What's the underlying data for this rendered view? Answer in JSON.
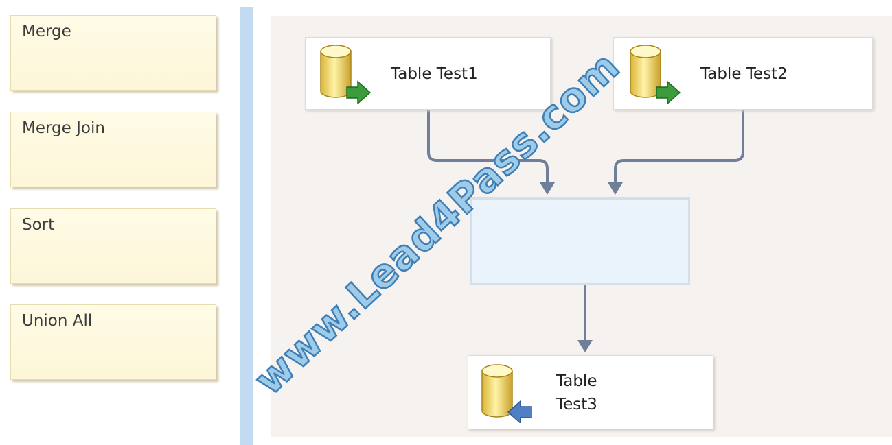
{
  "options": [
    {
      "label": "Merge"
    },
    {
      "label": "Merge Join"
    },
    {
      "label": "Sort"
    },
    {
      "label": "Union All"
    }
  ],
  "nodes": {
    "source1": {
      "label": "Table Test1"
    },
    "source2": {
      "label": "Table Test2"
    },
    "destination": {
      "line1": "Table",
      "line2": "Test3"
    }
  },
  "icons": {
    "source": "database-source-icon",
    "destination": "database-destination-icon"
  },
  "watermark": "www.Lead4Pass.com",
  "colors": {
    "option_bg": "#fdf6d8",
    "divider": "#c3dbf0",
    "canvas": "#f6f2ef",
    "connector": "#6f7f99",
    "dropzone": "#eaf3fc",
    "watermark_fill": "#9ecbe8",
    "watermark_stroke": "#3f7fb6"
  }
}
